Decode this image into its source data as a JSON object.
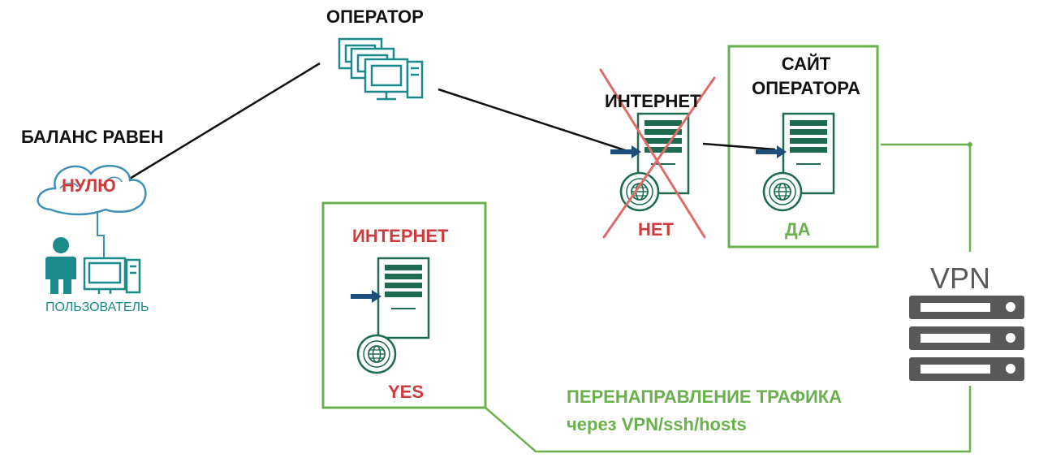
{
  "labels": {
    "operator": "ОПЕРАТОР",
    "balance_line": "БАЛАНС РАВЕН",
    "zero": "НУЛЮ",
    "user": "ПОЛЬЗОВАТЕЛЬ",
    "internet_blocked": "ИНТЕРНЕТ",
    "no": "НЕТ",
    "operator_site_line1": "САЙТ",
    "operator_site_line2": "ОПЕРАТОРА",
    "yes_ru": "ДА",
    "internet_free": "ИНТЕРНЕТ",
    "yes_en": "YES",
    "vpn": "VPN",
    "redirect_line1": "ПЕРЕНАПРАВЛЕНИЕ ТРАФИКА",
    "redirect_line2": "через VPN/ssh/hosts"
  },
  "colors": {
    "green_border": "#6ab04c",
    "server_green": "#1e6b4f",
    "teal": "#1a8a8a",
    "red": "#d03a3a",
    "black": "#111111",
    "vpn_gray": "#595959",
    "cloud_blue": "#3f8fb6"
  },
  "icons": {
    "operator": "monitors-icon",
    "user_person": "person-icon",
    "user_computer": "desktop-computer-icon",
    "cloud": "cloud-icon",
    "server": "server-icon",
    "globe": "globe-icon",
    "vpn": "vpn-server-icon",
    "cross": "cross-icon"
  }
}
